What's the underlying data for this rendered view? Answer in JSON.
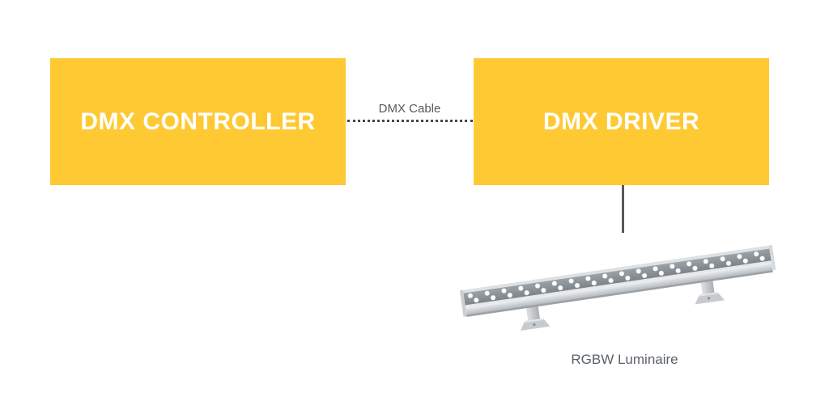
{
  "diagram": {
    "nodes": [
      {
        "id": "controller",
        "label": "DMX CONTROLLER"
      },
      {
        "id": "driver",
        "label": "DMX DRIVER"
      }
    ],
    "connections": [
      {
        "from": "controller",
        "to": "driver",
        "label": "DMX Cable",
        "style": "dotted"
      },
      {
        "from": "driver",
        "to": "luminaire",
        "label": "",
        "style": "solid"
      }
    ],
    "luminaire": {
      "caption": "RGBW Luminaire"
    },
    "colors": {
      "node_fill": "#FFC933",
      "node_text": "#FFFFFF",
      "connector_dotted": "#43474B",
      "connector_solid": "#56585B",
      "cable_label_text": "#54595F",
      "caption_text": "#5A6168",
      "background": "#FFFFFF"
    }
  }
}
